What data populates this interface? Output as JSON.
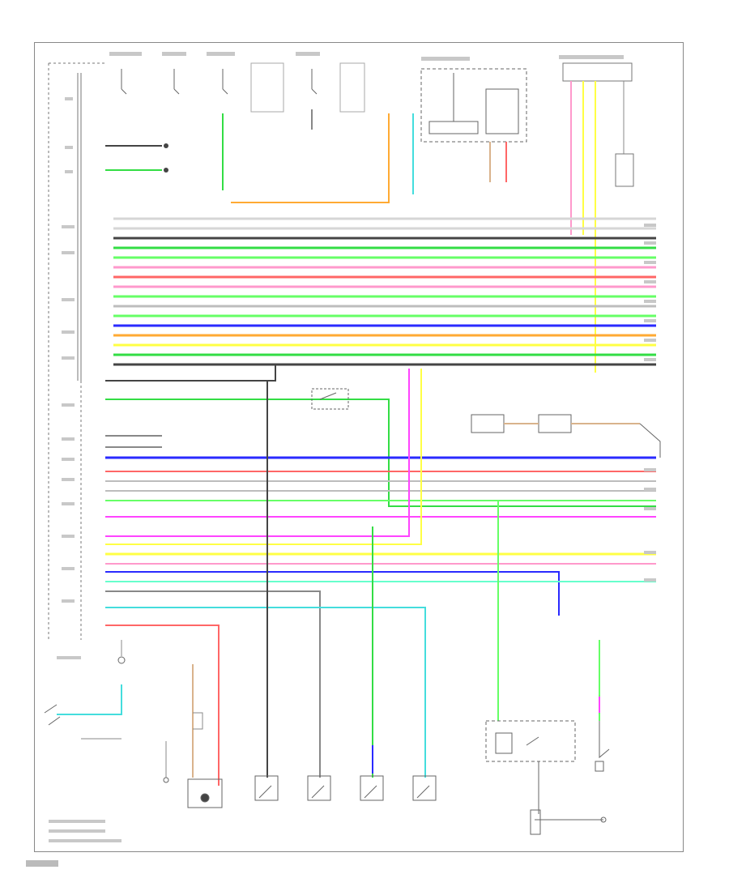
{
  "diagram": {
    "type": "wiring-schematic",
    "labels_legible": false
  },
  "wire_colors": {
    "black": "#444444",
    "gray": "#bdbdbd",
    "light_gray": "#d6d6d6",
    "green": "#33dd44",
    "light_green": "#66ff66",
    "red": "#ff6666",
    "pink": "#ff99cc",
    "violet": "#cc66ff",
    "magenta": "#ff44ff",
    "blue": "#2a2aff",
    "yellow": "#ffff44",
    "orange": "#ffaa33",
    "tan": "#d9b38c",
    "cyan": "#44dddd",
    "light_blue": "#66ccff",
    "brown": "#996633"
  },
  "components": [
    {
      "id": "fuse-box-top-1",
      "kind": "fuse"
    },
    {
      "id": "fuse-box-top-2",
      "kind": "fuse"
    },
    {
      "id": "fuse-box-top-3",
      "kind": "fuse"
    },
    {
      "id": "junction-block",
      "kind": "connector"
    },
    {
      "id": "combination-meter",
      "kind": "module"
    },
    {
      "id": "relay-module-top-right",
      "kind": "connector"
    },
    {
      "id": "door-lock-switch-mid",
      "kind": "switch"
    },
    {
      "id": "lock-actuator-right",
      "kind": "actuator"
    },
    {
      "id": "key-switch-bottom-left",
      "kind": "switch"
    },
    {
      "id": "motor-bottom-center",
      "kind": "motor"
    },
    {
      "id": "door-switch-1",
      "kind": "switch"
    },
    {
      "id": "door-switch-2",
      "kind": "switch"
    },
    {
      "id": "door-switch-3",
      "kind": "switch"
    },
    {
      "id": "door-switch-4",
      "kind": "switch"
    },
    {
      "id": "back-door-lock-module",
      "kind": "module"
    },
    {
      "id": "back-door-switch",
      "kind": "switch"
    }
  ]
}
